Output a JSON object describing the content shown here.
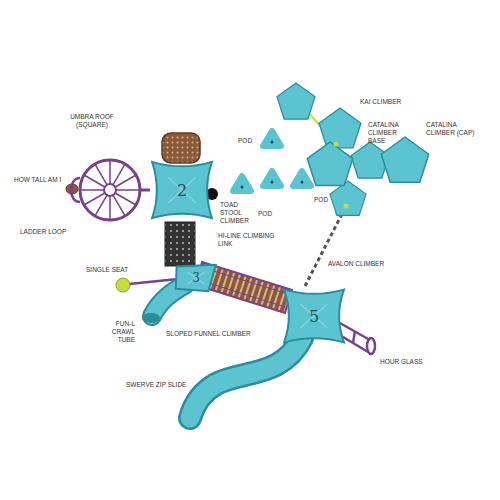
{
  "diagram": {
    "nodes": [
      {
        "text": [
          "2"
        ]
      },
      {
        "text": [
          "3"
        ]
      },
      {
        "text": [
          "5"
        ]
      }
    ],
    "labels": [
      "UMBRA ROOF (SQUARE)",
      "HOW TALL AM I",
      "LADDER LOOP",
      "TOAD STOOL CLIMBER",
      "HI-LINE CLIMBING LINK",
      "SINGLE SEAT",
      "FUN-L CRAWL TUBE",
      "SLOPED FUNNEL CLIMBER",
      "SWERVE ZIP SLIDE",
      "HOUR GLASS",
      "AVALON CLIMBER",
      "POD",
      "POD",
      "POD",
      "KAI CLIMBER",
      "CATALINA CLIMBER BASE",
      "CATALINA CLIMBER (CAP)"
    ]
  }
}
